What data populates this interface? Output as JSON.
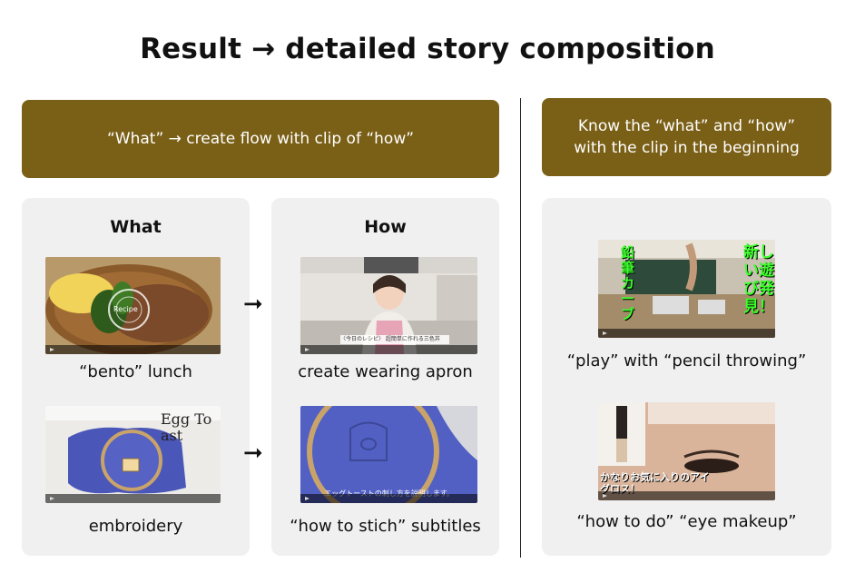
{
  "title": "Result → detailed story composition",
  "left_banner": "“What” → create flow with clip of “how”",
  "right_banner": "Know the “what” and “how”\nwith the clip in the beginning",
  "what_heading": "What",
  "how_heading": "How",
  "rows": [
    {
      "what_caption": "“bento” lunch",
      "how_caption": "create wearing apron",
      "what_overlay": "Recipe",
      "how_overlay": "〈今日のレシピ〉 超簡単に作れる三色丼"
    },
    {
      "what_caption": "embroidery",
      "how_caption": "“how to stich” subtitles",
      "what_overlay": "Egg Toast",
      "how_overlay": "エッグトーストの刺し方を説明します。"
    }
  ],
  "right_items": [
    {
      "caption": "“play” with “pencil throwing”",
      "overlay": "新しい遊び発見！",
      "overlay2": "鉛筆カーブ"
    },
    {
      "caption": "“how to do”  “eye makeup”",
      "overlay": "かなりお気に入りのアイグロス！"
    }
  ]
}
